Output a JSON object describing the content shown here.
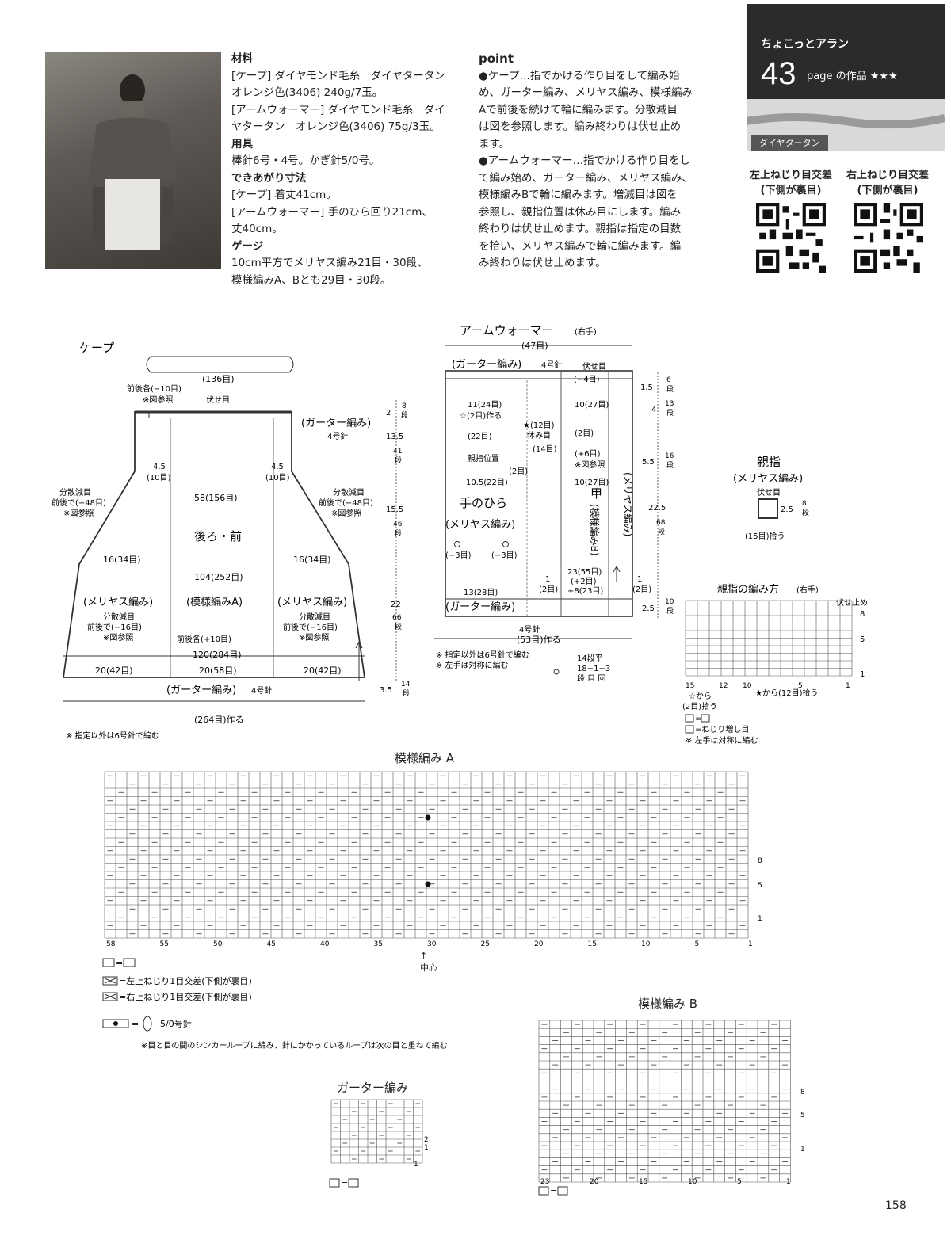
{
  "materials": {
    "heading": "材料",
    "lines": [
      "[ケープ] ダイヤモンド毛糸　ダイヤタータン",
      "オレンジ色(3406) 240g/7玉。",
      "[アームウォーマー] ダイヤモンド毛糸　ダイ",
      "ヤタータン　オレンジ色(3406) 75g/3玉。"
    ]
  },
  "tools": {
    "heading": "用具",
    "text": "棒針6号・4号。かぎ針5/0号。"
  },
  "size": {
    "heading": "できあがり寸法",
    "lines": [
      "[ケープ] 着丈41cm。",
      "[アームウォーマー] 手のひら回り21cm、",
      "丈40cm。"
    ]
  },
  "gauge": {
    "heading": "ゲージ",
    "lines": [
      "10cm平方でメリヤス編み21目・30段、",
      "模様編みA、Bとも29目・30段。"
    ]
  },
  "point": {
    "heading": "point",
    "lines": [
      "●ケープ…指でかける作り目をして編み始",
      "め、ガーター編み、メリヤス編み、模様編み",
      "Aで前後を続けて輪に編みます。分散減目",
      "は図を参照します。編み終わりは伏せ止め",
      "ます。",
      "●アームウォーマー…指でかける作り目をし",
      "て編み始め、ガーター編み、メリヤス編み、",
      "模様編みBで輪に編みます。増減目は図を",
      "参照し、親指位置は休み目にします。編み",
      "終わりは伏せ止めます。親指は指定の目数",
      "を拾い、メリヤス編みで輪に編みます。編",
      "み終わりは伏せ止めます。"
    ]
  },
  "tag": {
    "series": "ちょこっとアラン",
    "number": "43",
    "page_text": "page の作品 ★★★",
    "yarn_label": "ダイヤタータン"
  },
  "qr": {
    "left_label_1": "左上ねじり目交差",
    "left_label_2": "(下側が裏目)",
    "right_label_1": "右上ねじり目交差",
    "right_label_2": "(下側が裏目)"
  },
  "cape": {
    "title": "ケープ",
    "labels": {
      "top_width": "(136目)",
      "dec_top": "前後各(−10目)",
      "dec_top_ref": "※図参照",
      "bind_off": "伏せ目",
      "garter_top": "(ガーター編み)",
      "needle4": "4号針",
      "h1": "4.5",
      "h1s": "(10目)",
      "h2": "4.5",
      "h2s": "(10目)",
      "w58": "58(156目)",
      "dec_side": "分散減目",
      "dec_side2": "前後で(−48目)",
      "dec_side3": "※図参照",
      "body": "後ろ・前",
      "w16l": "16(34目)",
      "w16r": "16(34目)",
      "w104": "104(252目)",
      "stockinette": "(メリヤス編み)",
      "patternA": "(模様編みA)",
      "dec_bottom": "分散減目",
      "dec_bottom2": "前後で(−16目)",
      "dec_bottom3": "※図参照",
      "inc": "前後各(+10目)",
      "w120": "120(284目)",
      "w20l": "20(42目)",
      "w20m": "20(58目)",
      "w20r": "20(42目)",
      "garter_bottom": "(ガーター編み)",
      "needle4b": "4号針",
      "cast_on": "(264目)作る",
      "r_2": "2",
      "r_8": "8",
      "r_dan": "段",
      "r_135": "13.5",
      "r_41": "41",
      "r_155": "15.5",
      "r_46": "46",
      "r_22": "22",
      "r_66": "66",
      "r_35": "3.5",
      "r_14": "14",
      "note": "※ 指定以外は6号針で編む"
    }
  },
  "arm": {
    "title": "アームウォーマー",
    "title_sub": "(右手)",
    "labels": {
      "w47": "(47目)",
      "garter": "(ガーター編み)",
      "needle": "4号針",
      "bind": "伏せ目",
      "m4": "(−4目)",
      "w11": "11(24目)",
      "star2": "☆(2目)作る",
      "w10a": "10(27目)",
      "star12": "★(12目)",
      "rest": "休み目",
      "w22": "(22目)",
      "two1": "(2目)",
      "thumbpos": "親指位置",
      "w14": "(14目)",
      "p6": "(+6目)",
      "ref": "※図参照",
      "two2": "(2目)",
      "w105": "10.5(22目)",
      "w10b": "10(27目)",
      "palm": "手のひら",
      "palm_st": "(メリヤス編み)",
      "back": "甲",
      "patB": "(模様編みB)",
      "stock_v": "(メリヤス編み)",
      "m3a": "(−3目)",
      "m3b": "(−3目)",
      "w23": "23(55目)",
      "p2": "(+2目)",
      "p8": "+8(23目)",
      "w13": "13(28目)",
      "one1": "1",
      "one2": "1",
      "two3": "(2目)",
      "two4": "(2目)",
      "garter_b": "(ガーター編み)",
      "needle_b": "4号針",
      "cast": "(53目)作る",
      "r15": "1.5",
      "r6": "6",
      "r4": "4",
      "r13": "13",
      "r55": "5.5",
      "r16": "16",
      "r225": "22.5",
      "r68": "68",
      "r25": "2.5",
      "r10": "10",
      "dan": "段",
      "note1": "※ 指定以外は6号針で編む",
      "note2": "※ 左手は対称に編む",
      "legend_a": "14段平",
      "legend_b": "18−1−3",
      "legend_c": "段 目 回"
    }
  },
  "thumb": {
    "title": "親指",
    "sub": "(メリヤス編み)",
    "bind": "伏せ目",
    "h": "2.5",
    "rows": "8",
    "dan": "段",
    "pick": "(15目)拾う"
  },
  "thumb_chart": {
    "title": "親指の編み方",
    "title_sub": "(右手)",
    "bind_label": "伏せ止め",
    "r8": "8",
    "r5": "5",
    "r1": "1",
    "c15": "15",
    "c12": "12",
    "c10": "10",
    "c5": "5",
    "c1": "1",
    "star_left": "☆から",
    "star_left2": "(2目)拾う",
    "star_right": "★から(12目)拾う",
    "legend1": "=",
    "legend2": "=ねじり増し目",
    "legend3": "※ 左手は対称に編む"
  },
  "patternA": {
    "title": "模様編み A",
    "center": "中心",
    "col_labels": [
      "58",
      "55",
      "50",
      "45",
      "40",
      "35",
      "30",
      "25",
      "20",
      "15",
      "10",
      "5",
      "1"
    ],
    "row_labels": [
      "8",
      "5",
      "1"
    ],
    "legend1": "=",
    "legend2": "=左上ねじり1目交差(下側が裏目)",
    "legend3": "=右上ねじり1目交差(下側が裏目)",
    "legend4": "=",
    "legend4b": "5/0号針",
    "legend5": "※目と目の間のシンカーループに編み、針にかかっているループは次の目と重ねて編む"
  },
  "patternB": {
    "title": "模様編み B",
    "col_labels": [
      "23",
      "20",
      "15",
      "10",
      "5",
      "1"
    ],
    "row_labels": [
      "8",
      "5",
      "1"
    ],
    "legend": "="
  },
  "garter": {
    "title": "ガーター編み",
    "row_labels": [
      "2",
      "1"
    ],
    "col_label": "1",
    "legend": "="
  },
  "page_number": "158"
}
